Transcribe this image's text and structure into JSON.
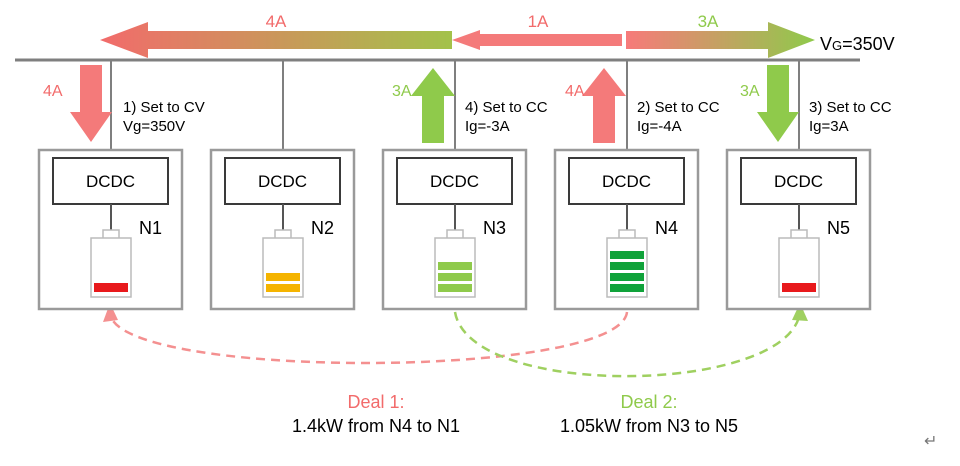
{
  "bus": {
    "voltage_label": "VG=350V"
  },
  "bus_flows": [
    {
      "label": "4A",
      "color": "#f26b6b"
    },
    {
      "label": "1A",
      "color": "#f26b6b"
    },
    {
      "label": "3A",
      "color": "#8fca4b"
    }
  ],
  "nodes": [
    {
      "name": "N1",
      "converter": "DCDC",
      "current": "4A",
      "direction": "down",
      "note_line1": "1) Set to CV",
      "note_line2": "Vg=350V",
      "battery_bars": 1,
      "bar_color": "#e8191c"
    },
    {
      "name": "N2",
      "converter": "DCDC",
      "current": "",
      "direction": "none",
      "note_line1": "",
      "note_line2": "",
      "battery_bars": 2,
      "bar_color": "#f5b400"
    },
    {
      "name": "N3",
      "converter": "DCDC",
      "current": "3A",
      "direction": "up",
      "note_line1": "4) Set to CC",
      "note_line2": "Ig=-3A",
      "battery_bars": 3,
      "bar_color": "#8fca4b"
    },
    {
      "name": "N4",
      "converter": "DCDC",
      "current": "4A",
      "direction": "up",
      "note_line1": "2) Set to CC",
      "note_line2": "Ig=-4A",
      "battery_bars": 4,
      "bar_color": "#10a23a"
    },
    {
      "name": "N5",
      "converter": "DCDC",
      "current": "3A",
      "direction": "down",
      "note_line1": "3) Set to CC",
      "note_line2": "Ig=3A",
      "battery_bars": 1,
      "bar_color": "#e8191c"
    }
  ],
  "deals": [
    {
      "title": "Deal 1:",
      "detail": "1.4kW from N4 to N1",
      "color": "#f26b6b"
    },
    {
      "title": "Deal 2:",
      "detail": "1.05kW from N3 to N5",
      "color": "#8fca4b"
    }
  ],
  "colors": {
    "red": "#f26b6b",
    "green": "#8fca4b",
    "frame": "#9a9a9a",
    "bus": "#7f7f7f"
  },
  "return_mark": "↵"
}
